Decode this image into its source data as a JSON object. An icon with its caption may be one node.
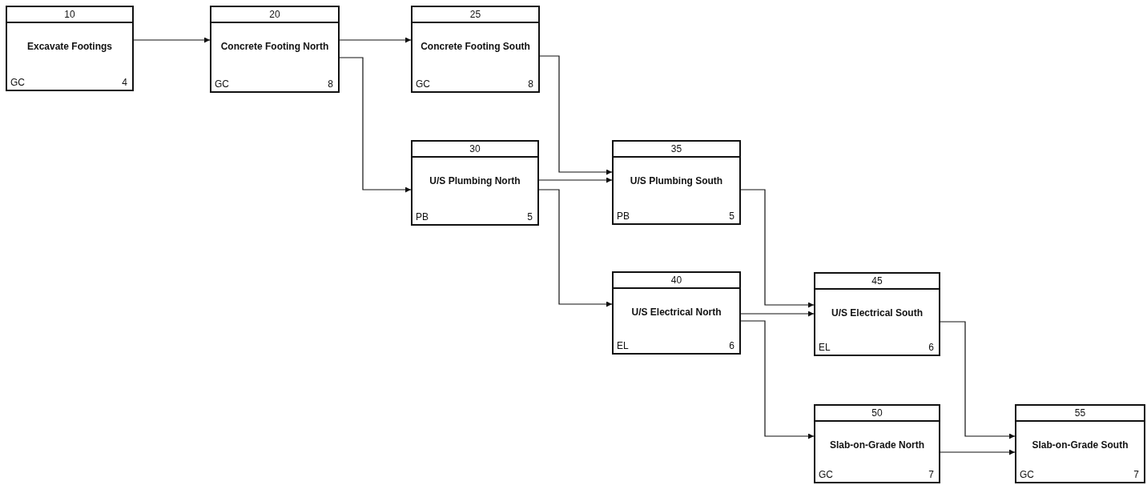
{
  "diagram": {
    "nodes": [
      {
        "text": [
          "10",
          "Excavate Footings",
          "GC",
          "4"
        ]
      },
      {
        "text": [
          "20",
          "Concrete Footing North",
          "GC",
          "8"
        ]
      },
      {
        "text": [
          "25",
          "Concrete Footing South",
          "GC",
          "8"
        ]
      },
      {
        "text": [
          "30",
          "U/S Plumbing North",
          "PB",
          "5"
        ]
      },
      {
        "text": [
          "35",
          "U/S Plumbing South",
          "PB",
          "5"
        ]
      },
      {
        "text": [
          "40",
          "U/S Electrical North",
          "EL",
          "6"
        ]
      },
      {
        "text": [
          "45",
          "U/S Electrical South",
          "EL",
          "6"
        ]
      },
      {
        "text": [
          "50",
          "Slab-on-Grade North",
          "GC",
          "7"
        ]
      },
      {
        "text": [
          "55",
          "Slab-on-Grade South",
          "GC",
          "7"
        ]
      }
    ],
    "edges": [
      {
        "from": 0,
        "to": 1,
        "arrow": "to"
      },
      {
        "from": 1,
        "to": 2,
        "arrow": "to"
      },
      {
        "from": 1,
        "to": 3,
        "arrow": "to"
      },
      {
        "from": 2,
        "to": 4,
        "arrow": "to"
      },
      {
        "from": 3,
        "to": 4,
        "arrow": "to"
      },
      {
        "from": 3,
        "to": 5,
        "arrow": "to"
      },
      {
        "from": 4,
        "to": 6,
        "arrow": "to"
      },
      {
        "from": 5,
        "to": 6,
        "arrow": "to"
      },
      {
        "from": 5,
        "to": 7,
        "arrow": "to"
      },
      {
        "from": 6,
        "to": 8,
        "arrow": "to"
      },
      {
        "from": 7,
        "to": 8,
        "arrow": "to"
      }
    ]
  }
}
